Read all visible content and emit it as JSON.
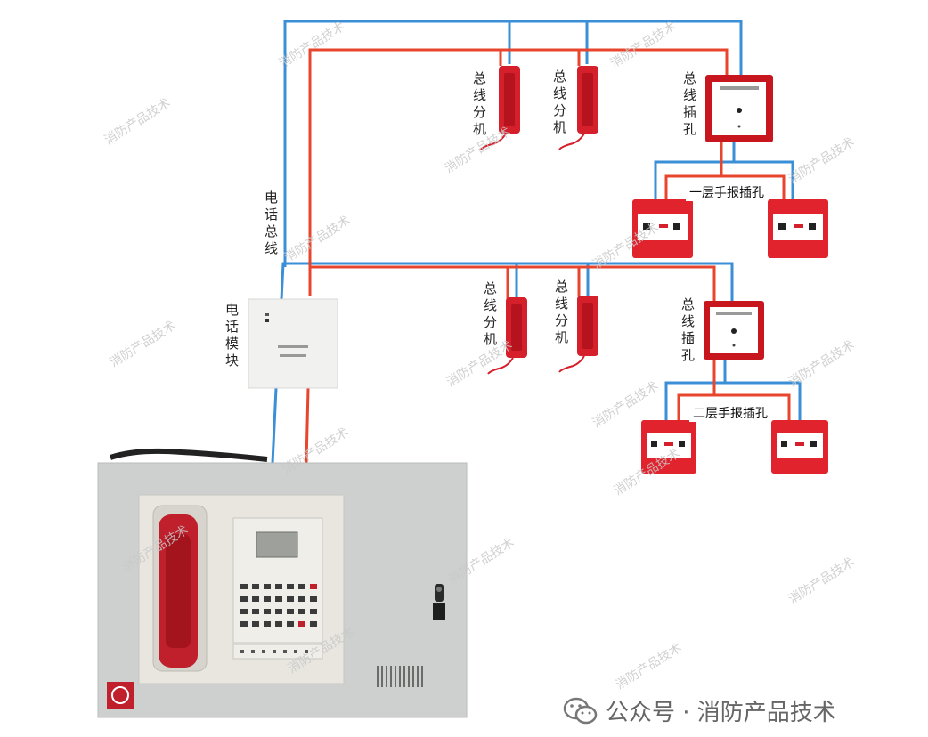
{
  "labels": {
    "bus_extension": "总线分机",
    "bus_jack": "总线插孔",
    "phone_bus": "电话总线",
    "phone_module": "电话模块",
    "floor1_jacks": "一层手报插孔",
    "floor2_jacks": "二层手报插孔"
  },
  "watermark": "消防产品技术",
  "footer": {
    "icon": "wechat-icon",
    "text": "公众号 · 消防产品技术"
  },
  "colors": {
    "blue_wire": "#3a8fd6",
    "red_wire": "#e8452e",
    "device_red": "#d51f2b",
    "panel_gray": "#cdd0cf"
  }
}
